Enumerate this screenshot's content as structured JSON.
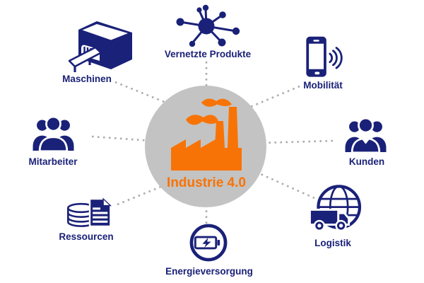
{
  "diagram": {
    "center": {
      "label": "Industrie 4.0",
      "icon": "factory-icon"
    },
    "nodes": [
      {
        "id": "maschinen",
        "label": "Maschinen",
        "icon": "machine-icon",
        "position": "top-left"
      },
      {
        "id": "vernetzte-produkte",
        "label": "Vernetzte Produkte",
        "icon": "network-icon",
        "position": "top"
      },
      {
        "id": "mobilitaet",
        "label": "Mobilität",
        "icon": "smartphone-icon",
        "position": "top-right"
      },
      {
        "id": "mitarbeiter",
        "label": "Mitarbeiter",
        "icon": "people-group-icon",
        "position": "left"
      },
      {
        "id": "kunden",
        "label": "Kunden",
        "icon": "people-group-icon",
        "position": "right"
      },
      {
        "id": "ressourcen",
        "label": "Ressourcen",
        "icon": "database-document-icon",
        "position": "bottom-left"
      },
      {
        "id": "energieversorgung",
        "label": "Energieversorgung",
        "icon": "battery-icon",
        "position": "bottom"
      },
      {
        "id": "logistik",
        "label": "Logistik",
        "icon": "truck-globe-icon",
        "position": "bottom-right"
      }
    ]
  },
  "colors": {
    "navy": "#1A2178",
    "orange": "#F87306",
    "circle": "#C3C3C3",
    "connector": "#ABABAB"
  }
}
